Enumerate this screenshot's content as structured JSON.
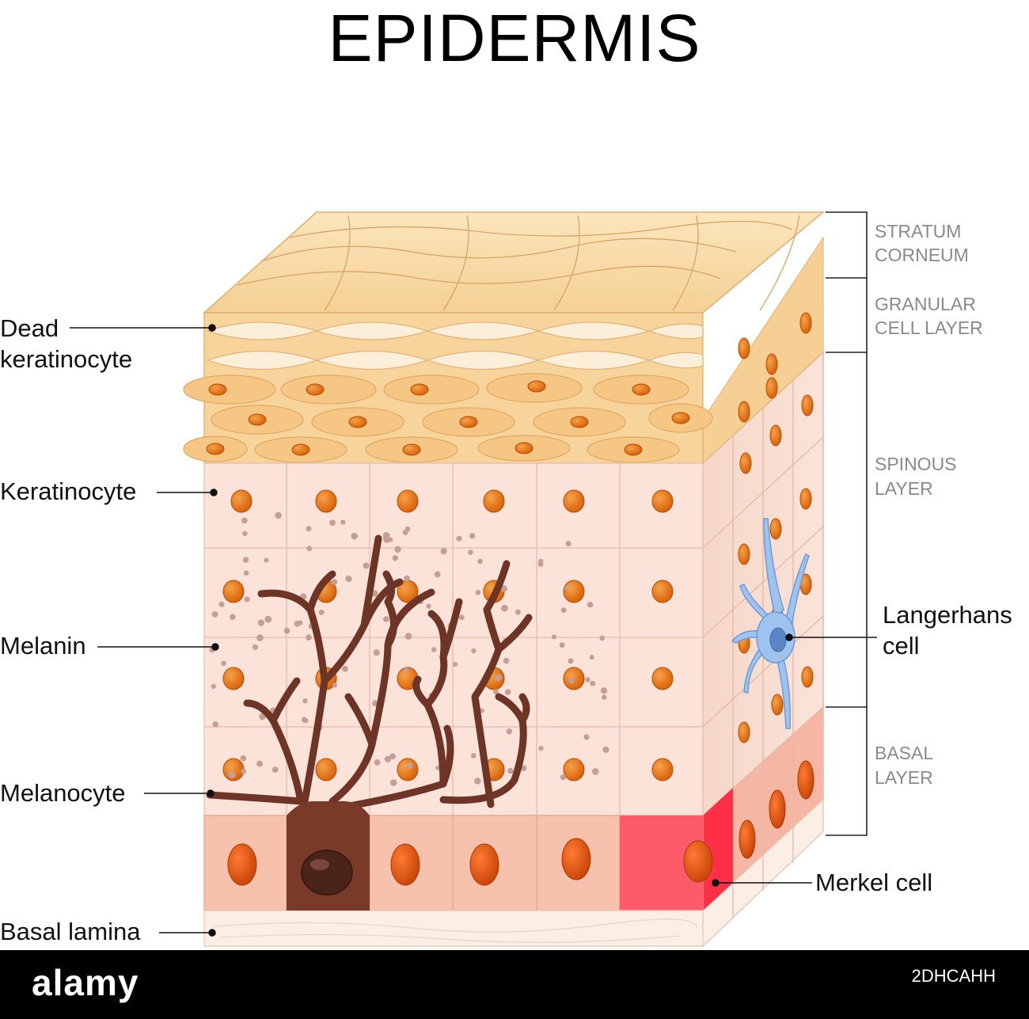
{
  "title": "EPIDERMIS",
  "labels_left": {
    "dead_keratinocyte_line1": "Dead",
    "dead_keratinocyte_line2": "keratinocyte",
    "keratinocyte": "Keratinocyte",
    "melanin": "Melanin",
    "melanocyte": "Melanocyte",
    "basal_lamina": "Basal lamina"
  },
  "labels_right": {
    "langerhans_line1": "Langerhans",
    "langerhans_line2": "cell",
    "merkel": "Merkel cell"
  },
  "layers": {
    "stratum_corneum_line1": "STRATUM",
    "stratum_corneum_line2": "CORNEUM",
    "granular_line1": "GRANULAR",
    "granular_line2": "CELL LAYER",
    "spinous_line1": "SPINOUS",
    "spinous_line2": "LAYER",
    "basal_line1": "BASAL",
    "basal_line2": "LAYER"
  },
  "footer": {
    "brand": "alamy",
    "image_id": "2DHCAHH"
  },
  "colors": {
    "corneum": "#f7d79e",
    "granular": "#f5cf92",
    "spinous": "#fbe3da",
    "basal": "#f6c1ad",
    "nucleus": "#e8700e",
    "melanin": "#c9a39b",
    "melanocyte": "#7a3a2a",
    "merkel": "#ff5a6a",
    "langerhans": "#9ec3ee",
    "lamina": "#fbeee4"
  }
}
